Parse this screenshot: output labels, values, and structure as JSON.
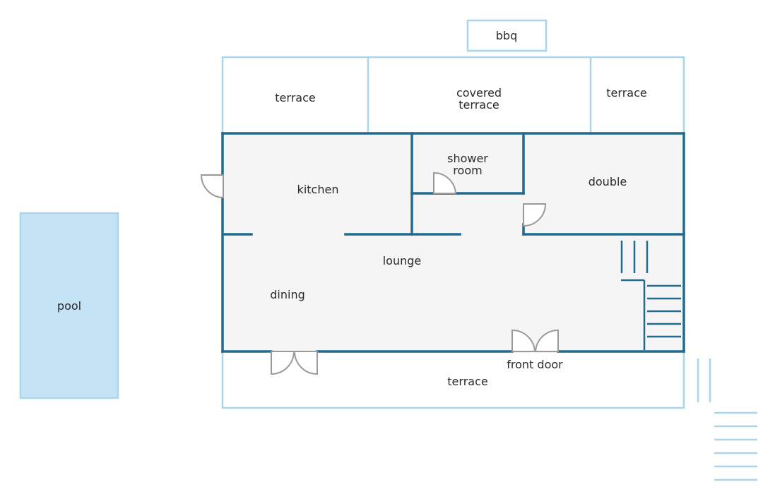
{
  "labels": {
    "bbq": "bbq",
    "terrace_left": "terrace",
    "covered_1": "covered",
    "covered_2": "terrace",
    "terrace_right": "terrace",
    "kitchen": "kitchen",
    "shower_1": "shower",
    "shower_2": "room",
    "double": "double",
    "lounge": "lounge",
    "dining": "dining",
    "pool": "pool",
    "front_door": "front door",
    "terrace_bottom": "terrace"
  },
  "colors": {
    "wall": "#236a8f",
    "light_outline": "#a9d6e8",
    "pool_fill": "#c4e3f5",
    "interior_fill": "#f5f5f5",
    "door": "#9a9a9a"
  }
}
